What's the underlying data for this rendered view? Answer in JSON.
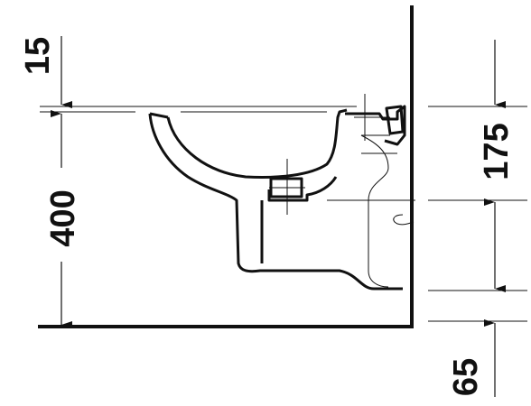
{
  "dimensions": {
    "top_offset": "15",
    "fixture_height": "400",
    "rim_to_outlet": "175",
    "outlet_to_floor": "65"
  },
  "colors": {
    "line": "#111111",
    "background": "#ffffff"
  }
}
